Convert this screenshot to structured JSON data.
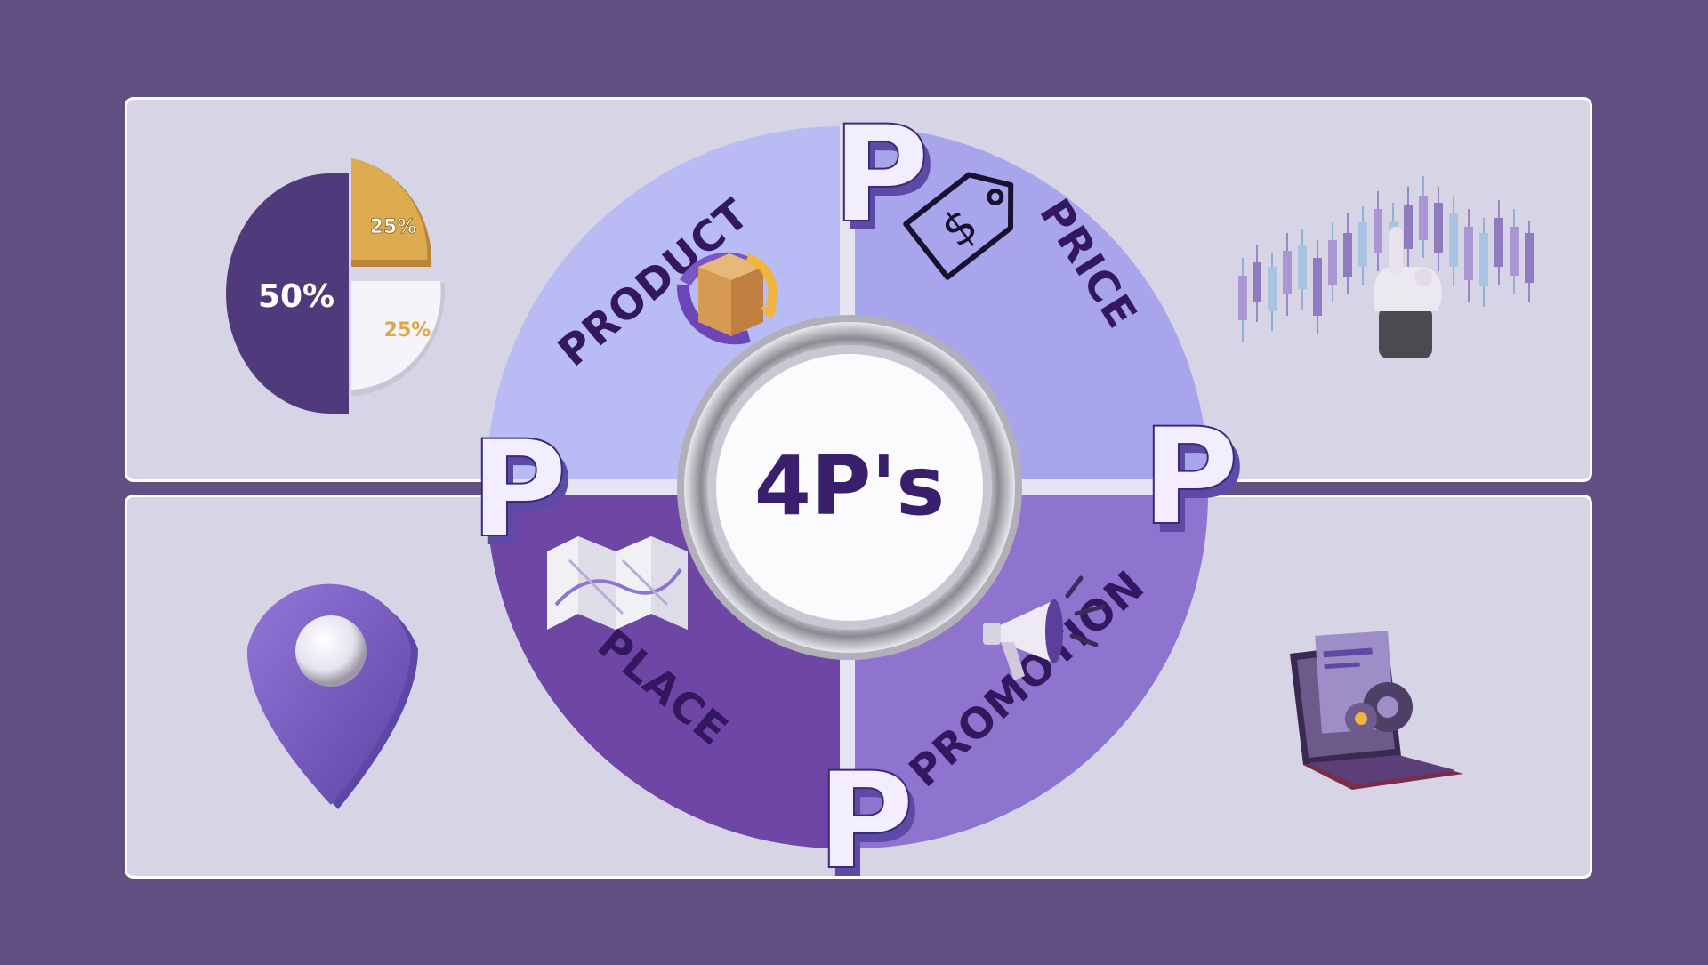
{
  "diagram": {
    "center_title": "4P's",
    "badge_letter": "P",
    "segments": [
      {
        "label": "PRODUCT",
        "icon": "box-rotate-icon",
        "color": "#b9bcf4"
      },
      {
        "label": "PRICE",
        "icon": "price-tag-icon",
        "color": "#a9a5ec"
      },
      {
        "label": "PLACE",
        "icon": "folded-map-icon",
        "color": "#6e46a6"
      },
      {
        "label": "PROMOTION",
        "icon": "megaphone-icon",
        "color": "#8e74cf"
      }
    ]
  },
  "illustrations": {
    "pie": {
      "icon": "pie-chart-icon",
      "slices": [
        {
          "label": "50%",
          "value": 50,
          "color": "#4f3a7c"
        },
        {
          "label": "25%",
          "value": 25,
          "color": "#d9a84a"
        },
        {
          "label": "25%",
          "value": 25,
          "color": "#f4f1f8"
        }
      ]
    },
    "candlestick": {
      "icon": "candlestick-chart-icon"
    },
    "pointer_hand": {
      "icon": "pointing-hand-icon"
    },
    "location_pin": {
      "icon": "location-pin-icon"
    },
    "laptop": {
      "icon": "laptop-gear-icon"
    }
  },
  "colors": {
    "background": "#634f84",
    "panel": "#d7d4e5",
    "label_text": "#33185f",
    "badge": "#f3eeff"
  }
}
